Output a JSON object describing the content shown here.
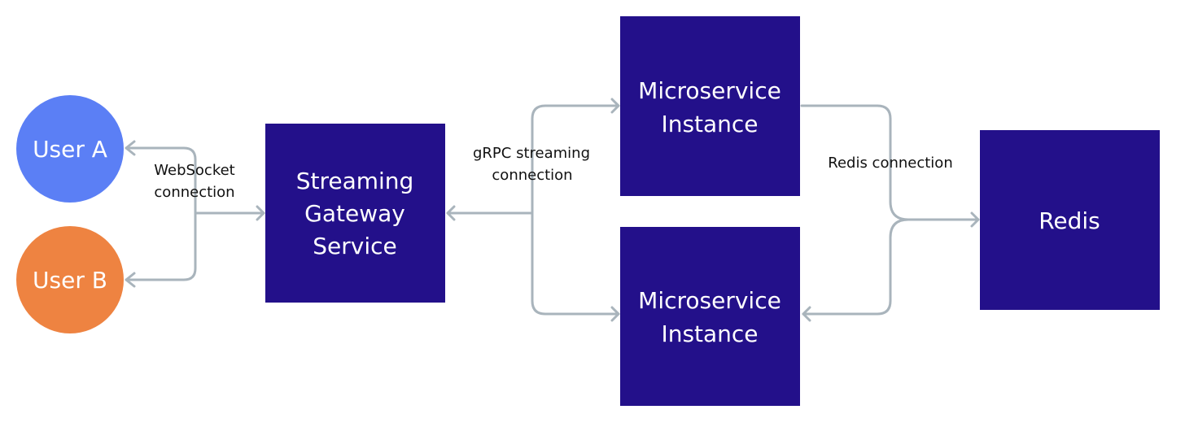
{
  "colors": {
    "box": "#23108a",
    "user_a": "#5b7ff5",
    "user_b": "#ee8341",
    "connector": "#a9b4bc",
    "node_text": "#ffffff",
    "edge_text": "#111111"
  },
  "nodes": {
    "user_a": {
      "label": "User A"
    },
    "user_b": {
      "label": "User B"
    },
    "gateway": {
      "line1": "Streaming",
      "line2": "Gateway",
      "line3": "Service"
    },
    "micro_1": {
      "line1": "Microservice",
      "line2": "Instance"
    },
    "micro_2": {
      "line1": "Microservice",
      "line2": "Instance"
    },
    "redis": {
      "label": "Redis"
    }
  },
  "edges": {
    "websocket": {
      "line1": "WebSocket",
      "line2": "connection"
    },
    "grpc": {
      "line1": "gRPC streaming",
      "line2": "connection"
    },
    "redis_conn": {
      "label": "Redis connection"
    }
  }
}
